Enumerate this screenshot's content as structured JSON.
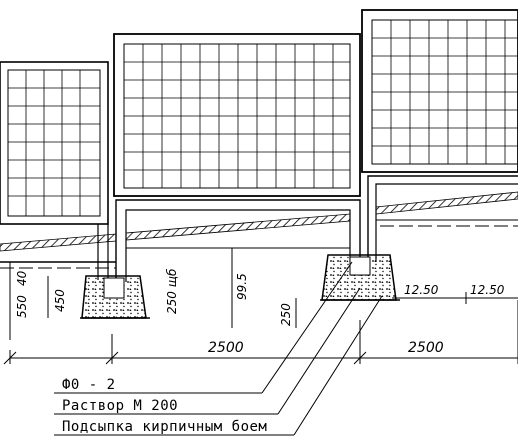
{
  "dimensions": {
    "d_9950": "99.5",
    "d_550": "550",
    "d_450": "450",
    "d_40": "40",
    "d_250a": "250",
    "d_ng": "250 щб",
    "d_250b": "250",
    "d_1250a": "12.50",
    "d_1250b": "12.50",
    "d_2500a": "2500",
    "d_2500b": "2500"
  },
  "legend": {
    "item1": "Ф0 - 2",
    "item2": "Раствор  М 200",
    "item3": "Подсыпка кирпичным боем"
  }
}
